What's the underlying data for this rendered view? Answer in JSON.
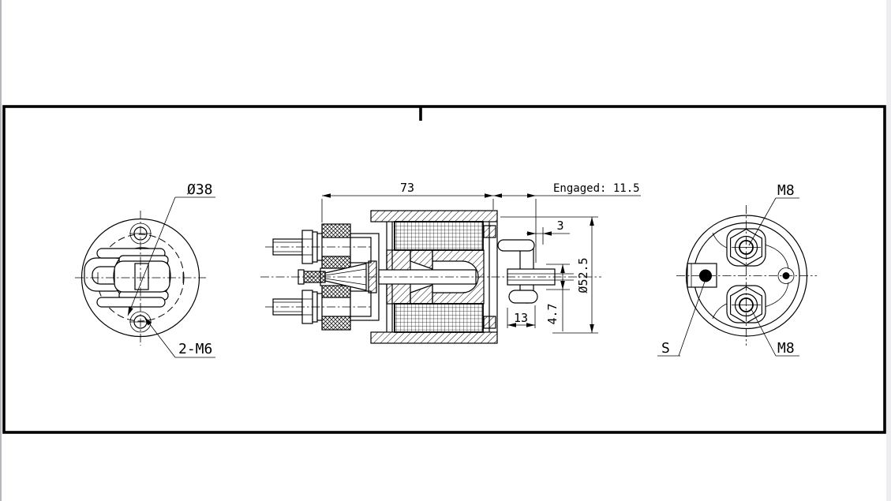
{
  "colors": {
    "ink": "#000000",
    "paper": "#ffffff",
    "window_edge": "#b6b6bc",
    "scrollbar_track": "#ededf1"
  },
  "front_view": {
    "bolt_circle_label": "Ø38",
    "tapped_holes_label": "2-M6"
  },
  "section_view": {
    "length_label": "73",
    "engaged_label": "Engaged: 11.5",
    "gap_label": "3",
    "body_dia_label": "Ø52.5",
    "fork_label": "13",
    "travel_label": "4.7"
  },
  "end_view": {
    "terminal_top_label": "M8",
    "terminal_bottom_label": "M8",
    "switch_label": "S"
  }
}
